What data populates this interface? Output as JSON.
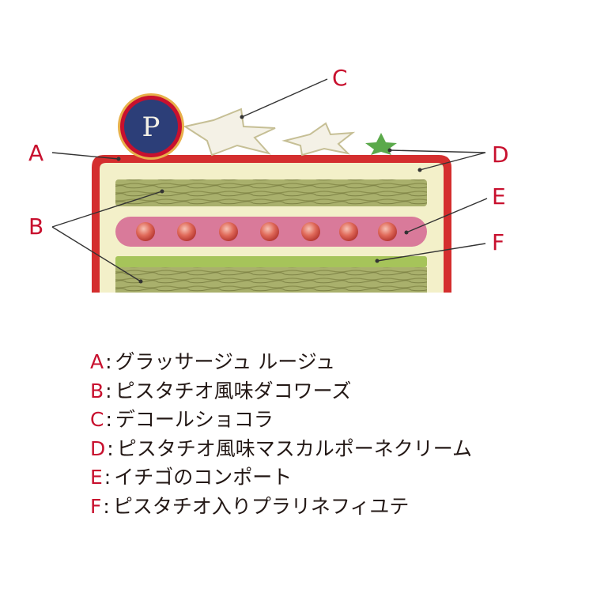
{
  "diagram": {
    "labels": {
      "a": "A",
      "b": "B",
      "c": "C",
      "d": "D",
      "e": "E",
      "f": "F"
    },
    "logo_text": "P"
  },
  "legend": [
    {
      "letter": "A",
      "text": "グラッサージュ ルージュ"
    },
    {
      "letter": "B",
      "text": "ピスタチオ風味ダコワーズ"
    },
    {
      "letter": "C",
      "text": "デコールショコラ"
    },
    {
      "letter": "D",
      "text": "ピスタチオ風味マスカルポーネクリーム"
    },
    {
      "letter": "E",
      "text": "イチゴのコンポート"
    },
    {
      "letter": "F",
      "text": "ピスタチオ入りプラリネフィユテ"
    }
  ],
  "separator": ":",
  "colors": {
    "label_red": "#c8102e",
    "glaze_red": "#d42e2e",
    "cream": "#f3f0c9",
    "dacquoise_green": "#a8b06a",
    "compote_pink": "#d97a9a",
    "feuillete_green": "#a6c45a",
    "strawberry": "#e06a5a",
    "logo_navy": "#2c3e78",
    "star_white": "#f4f1e6",
    "star_green": "#5aa94a"
  }
}
